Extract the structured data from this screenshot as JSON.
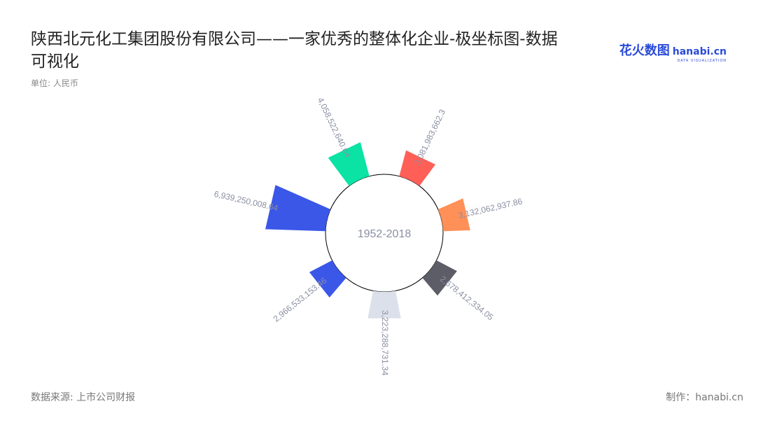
{
  "title": "陕西北元化工集团股份有限公司——一家优秀的整体化企业-极坐标图-数据可视化",
  "unit": "单位: 人民币",
  "logo": {
    "cn": "花火数图",
    "en": "hanabi.cn",
    "sub": "DATA VISUALIZATION"
  },
  "footer": {
    "source": "数据来源: 上市公司财报",
    "made_by": "制作：hanabi.cn"
  },
  "chart_data": {
    "type": "bar",
    "polar": true,
    "center_label": "1952-2018",
    "labels": [
      "3,081,983,662.3",
      "3,132,062,937.86",
      "2,678,412,334.05",
      "3,223,288,731.34",
      "2,966,533,153.46",
      "6,939,250,008.64",
      "4,058,522,640.64"
    ],
    "values": [
      3081983662.3,
      3132062937.86,
      2678412334.05,
      3223288731.34,
      2966533153.46,
      6939250008.64,
      4058522640.64
    ],
    "colors": [
      "#ff5f57",
      "#ff9057",
      "#5c5d66",
      "#dbe0ea",
      "#3b57e8",
      "#3b57e8",
      "#0be3a4"
    ],
    "label_color": "#8b8fa3"
  }
}
